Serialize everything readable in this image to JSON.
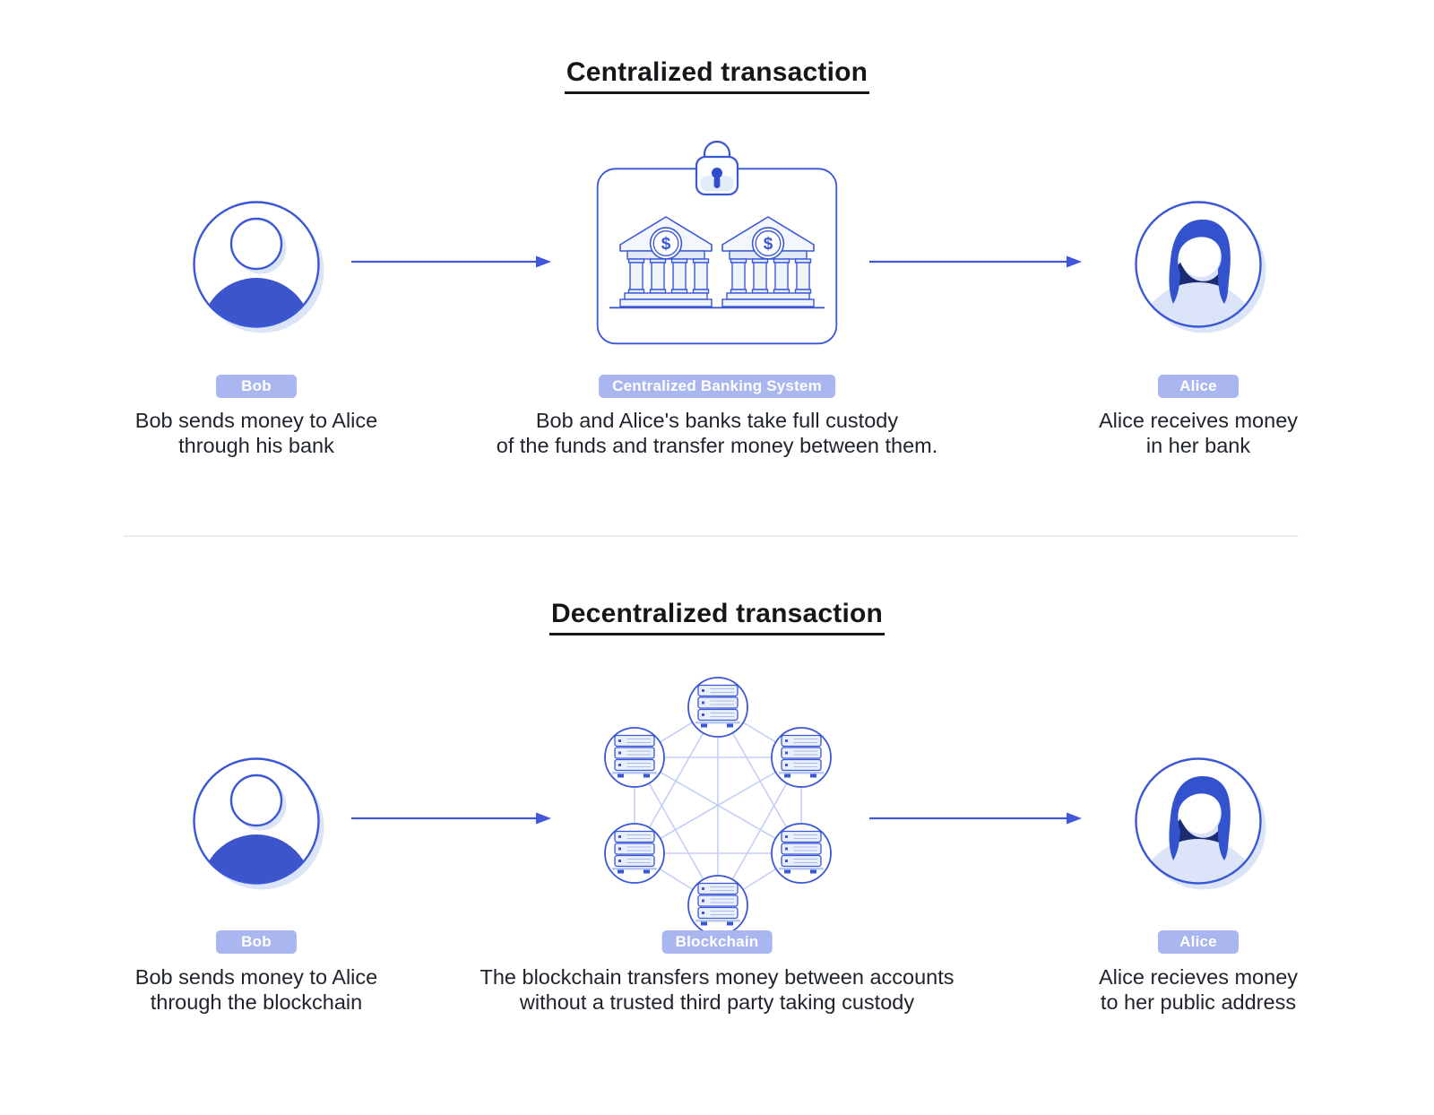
{
  "colors": {
    "accent_blue": "#3A57D6",
    "solid_blue": "#3D55CB",
    "navy": "#1B2C73",
    "badge_background": "#A9B6EF",
    "badge_text": "#FFFFFF",
    "light_blue_fill": "#EFF3FC",
    "shadow_blue": "#DCE5F8",
    "network_line": "#C3D0F4",
    "text": "#1F232B",
    "divider": "#E9EEF3",
    "background": "#FFFFFF"
  },
  "bank_coin_symbol": "$",
  "centralized": {
    "title": "Centralized transaction",
    "sender": {
      "badge": "Bob",
      "caption1": "Bob sends money to Alice",
      "caption2": "through his bank"
    },
    "middle": {
      "badge": "Centralized Banking System",
      "caption1": "Bob and Alice's banks take full custody",
      "caption2": "of the funds and transfer money between them."
    },
    "receiver": {
      "badge": "Alice",
      "caption1": "Alice receives money",
      "caption2": "in her bank"
    }
  },
  "decentralized": {
    "title": "Decentralized transaction",
    "sender": {
      "badge": "Bob",
      "caption1": "Bob sends money to Alice",
      "caption2": "through the blockchain"
    },
    "middle": {
      "badge": "Blockchain",
      "caption1": "The blockchain transfers money between accounts",
      "caption2": "without a trusted third party taking custody"
    },
    "receiver": {
      "badge": "Alice",
      "caption1": "Alice recieves money",
      "caption2": "to her public address"
    }
  }
}
